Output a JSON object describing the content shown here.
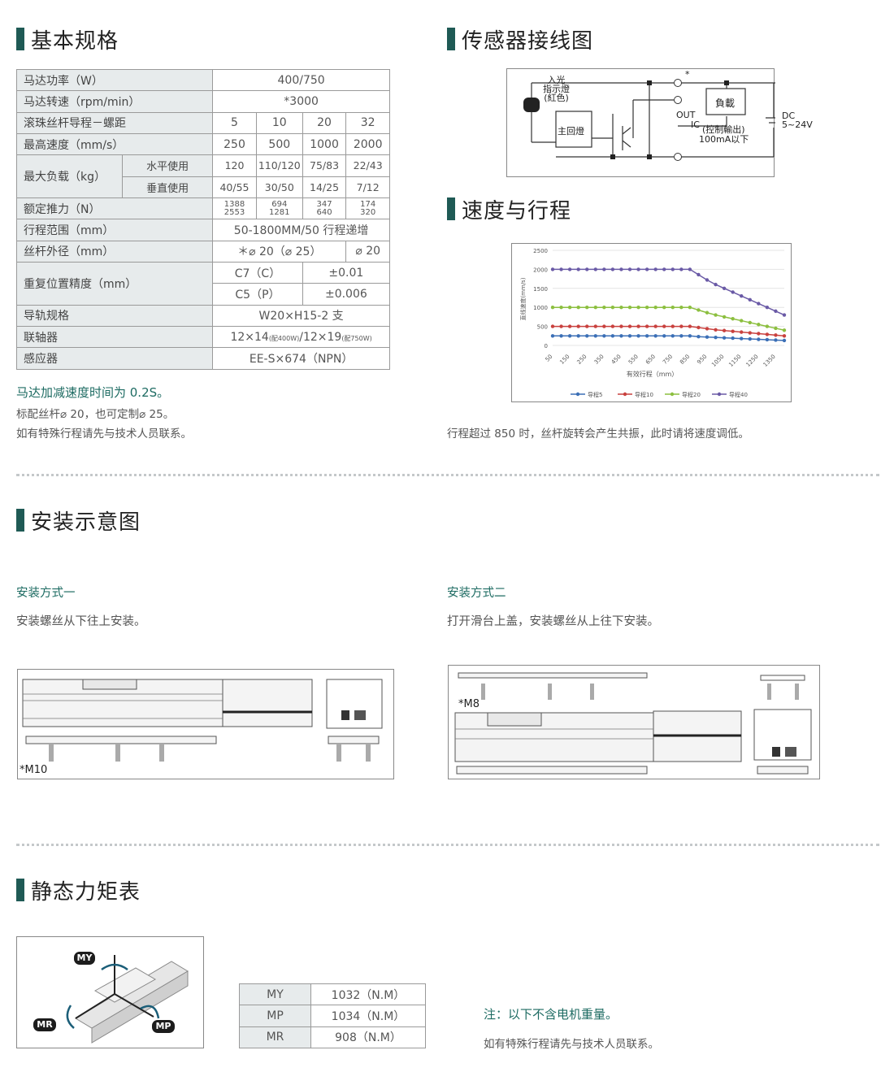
{
  "sections": {
    "spec": "基本规格",
    "sensor": "传感器接线图",
    "speed": "速度与行程",
    "install": "安装示意图",
    "moment": "静态力矩表"
  },
  "spec_table": {
    "motor_power": {
      "label": "马达功率（W）",
      "value": "400/750"
    },
    "motor_speed": {
      "label": "马达转速（rpm/min）",
      "value": "*3000"
    },
    "lead": {
      "label": "滚珠丝杆导程－螺距",
      "values": [
        "5",
        "10",
        "20",
        "32"
      ]
    },
    "max_speed": {
      "label": "最高速度（mm/s）",
      "values": [
        "250",
        "500",
        "1000",
        "2000"
      ]
    },
    "max_load": {
      "label": "最大负载（kg）",
      "horizontal": {
        "label": "水平使用",
        "values": [
          "120",
          "110/120",
          "75/83",
          "22/43"
        ]
      },
      "vertical": {
        "label": "垂直使用",
        "values": [
          "40/55",
          "30/50",
          "14/25",
          "7/12"
        ]
      }
    },
    "rated_thrust": {
      "label": "额定推力（N）",
      "values": [
        [
          "1388",
          "2553"
        ],
        [
          "694",
          "1281"
        ],
        [
          "347",
          "640"
        ],
        [
          "174",
          "320"
        ]
      ]
    },
    "stroke": {
      "label": "行程范围（mm）",
      "value": "50-1800MM/50 行程递增"
    },
    "screw_dia": {
      "label": "丝杆外径（mm）",
      "value_a": "＊⌀ 20（⌀ 25）",
      "value_b": "⌀ 20"
    },
    "repeat": {
      "label": "重复位置精度（mm）",
      "rows": [
        {
          "grade": "C7（C）",
          "value": "±0.01"
        },
        {
          "grade": "C5（P）",
          "value": "±0.006"
        }
      ]
    },
    "guide": {
      "label": "导轨规格",
      "value": "W20×H15-2 支"
    },
    "coupling": {
      "label": "联轴器",
      "v1": "12×14",
      "n1": "(配400W)",
      "v2": "/12×19",
      "n2": "(配750W)"
    },
    "sensor": {
      "label": "感应器",
      "value": "EE-S×674（NPN）"
    }
  },
  "notes_left": {
    "accel": "马达加减速度时间为 0.2S。",
    "screw": "标配丝杆⌀ 20，也可定制⌀ 25。",
    "contact": "如有特殊行程请先与技术人员联系。"
  },
  "sensor_diagram": {
    "light": "入光",
    "indicator": "指示燈",
    "red": "(紅色)",
    "main_circuit": "主回燈",
    "load": "負載",
    "out": "OUT",
    "ic": "IC",
    "control": "(控制輸出)",
    "current": "100mA以下",
    "dc": "DC",
    "voltage": "5~24V",
    "star": "*"
  },
  "speed_note": "行程超过 850 时，丝杆旋转会产生共振，此时请将速度调低。",
  "chart_data": {
    "type": "line",
    "xlabel": "有效行程（mm）",
    "ylabel": "直线速度(mm/s)",
    "ylim": [
      0,
      2500
    ],
    "y_ticks": [
      "0",
      "500",
      "1000",
      "1500",
      "2000",
      "2500"
    ],
    "x_ticks": [
      "50",
      "150",
      "250",
      "350",
      "450",
      "550",
      "650",
      "750",
      "850",
      "950",
      "1050",
      "1150",
      "1250",
      "1350"
    ],
    "x": [
      50,
      100,
      150,
      200,
      250,
      300,
      350,
      400,
      450,
      500,
      550,
      600,
      650,
      700,
      750,
      800,
      850,
      900,
      950,
      1000,
      1050,
      1100,
      1150,
      1200,
      1250,
      1300,
      1350,
      1400
    ],
    "series": [
      {
        "name": "导程5",
        "color": "#3b6fb6",
        "values": [
          250,
          250,
          250,
          250,
          250,
          250,
          250,
          250,
          250,
          250,
          250,
          250,
          250,
          250,
          250,
          250,
          250,
          230,
          220,
          210,
          200,
          190,
          180,
          170,
          160,
          150,
          140,
          130
        ]
      },
      {
        "name": "导程10",
        "color": "#c9413e",
        "values": [
          500,
          500,
          500,
          500,
          500,
          500,
          500,
          500,
          500,
          500,
          500,
          500,
          500,
          500,
          500,
          500,
          500,
          470,
          440,
          410,
          390,
          370,
          350,
          330,
          310,
          290,
          270,
          250
        ]
      },
      {
        "name": "导程20",
        "color": "#8cbf3f",
        "values": [
          1000,
          1000,
          1000,
          1000,
          1000,
          1000,
          1000,
          1000,
          1000,
          1000,
          1000,
          1000,
          1000,
          1000,
          1000,
          1000,
          1000,
          930,
          860,
          800,
          750,
          700,
          650,
          600,
          550,
          500,
          450,
          400
        ]
      },
      {
        "name": "导程40",
        "color": "#6a5aa6",
        "values": [
          2000,
          2000,
          2000,
          2000,
          2000,
          2000,
          2000,
          2000,
          2000,
          2000,
          2000,
          2000,
          2000,
          2000,
          2000,
          2000,
          2000,
          1860,
          1720,
          1600,
          1500,
          1400,
          1300,
          1200,
          1100,
          1000,
          900,
          800
        ]
      }
    ]
  },
  "install": {
    "method1_title": "安装方式一",
    "method1_desc": "安装螺丝从下往上安装。",
    "method1_label": "*M10",
    "method2_title": "安装方式二",
    "method2_desc": "打开滑台上盖，安装螺丝从上往下安装。",
    "method2_label": "*M8"
  },
  "moment_table": {
    "rows": [
      {
        "k": "MY",
        "v": "1032（N.M）"
      },
      {
        "k": "MP",
        "v": "1034（N.M）"
      },
      {
        "k": "MR",
        "v": "908（N.M）"
      }
    ],
    "diagram_labels": {
      "my": "MY",
      "mr": "MR",
      "mp": "MP"
    }
  },
  "notes_bottom": {
    "weight": "注：以下不含电机重量。",
    "contact": "如有特殊行程请先与技术人员联系。"
  }
}
